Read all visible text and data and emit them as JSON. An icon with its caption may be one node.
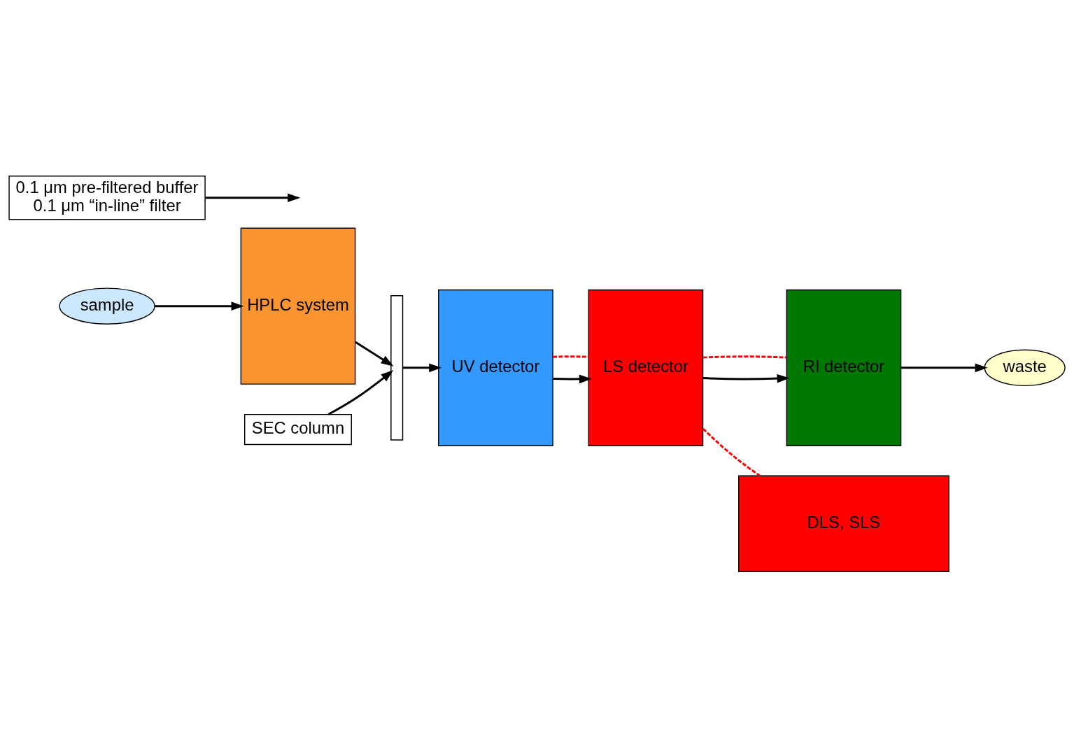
{
  "diagram": {
    "nodes": [
      {
        "text": [
          "sample"
        ]
      },
      {
        "text": [
          "HPLC system"
        ]
      },
      {
        "text": [
          "SEC column"
        ]
      },
      {
        "text": [],
        "shape": "bar"
      },
      {
        "text": [
          "UV detector"
        ]
      },
      {
        "text": [
          "LS detector"
        ]
      },
      {
        "text": [
          "RI detector"
        ]
      },
      {
        "text": [
          "waste"
        ]
      },
      {
        "text": [
          "DLS, SLS"
        ]
      },
      {
        "text": [
          "0.1 μm pre-filtered buffer",
          "0.1 μm “in-line” filter"
        ]
      }
    ],
    "edges": [
      {
        "from": 0,
        "to": 1,
        "arrow": "to"
      },
      {
        "from": 1,
        "to": 3,
        "arrow": "to"
      },
      {
        "from": 9,
        "to": null,
        "arrow": "to"
      },
      {
        "from": 2,
        "to": 3,
        "arrow": "to"
      },
      {
        "from": 3,
        "to": 4,
        "arrow": "to"
      },
      {
        "from": 4,
        "to": 5,
        "arrow": "to"
      },
      {
        "from": 5,
        "to": 6,
        "arrow": "to"
      },
      {
        "from": 6,
        "to": 7,
        "arrow": "to"
      },
      {
        "from": 4,
        "to": 5,
        "arrow": "none",
        "style": "dashed",
        "color": "#ff0000"
      },
      {
        "from": 5,
        "to": 8,
        "arrow": "none",
        "style": "dashed",
        "color": "#ff0000"
      },
      {
        "from": 5,
        "to": 6,
        "arrow": "none",
        "style": "dashed",
        "color": "#ff0000"
      }
    ]
  }
}
